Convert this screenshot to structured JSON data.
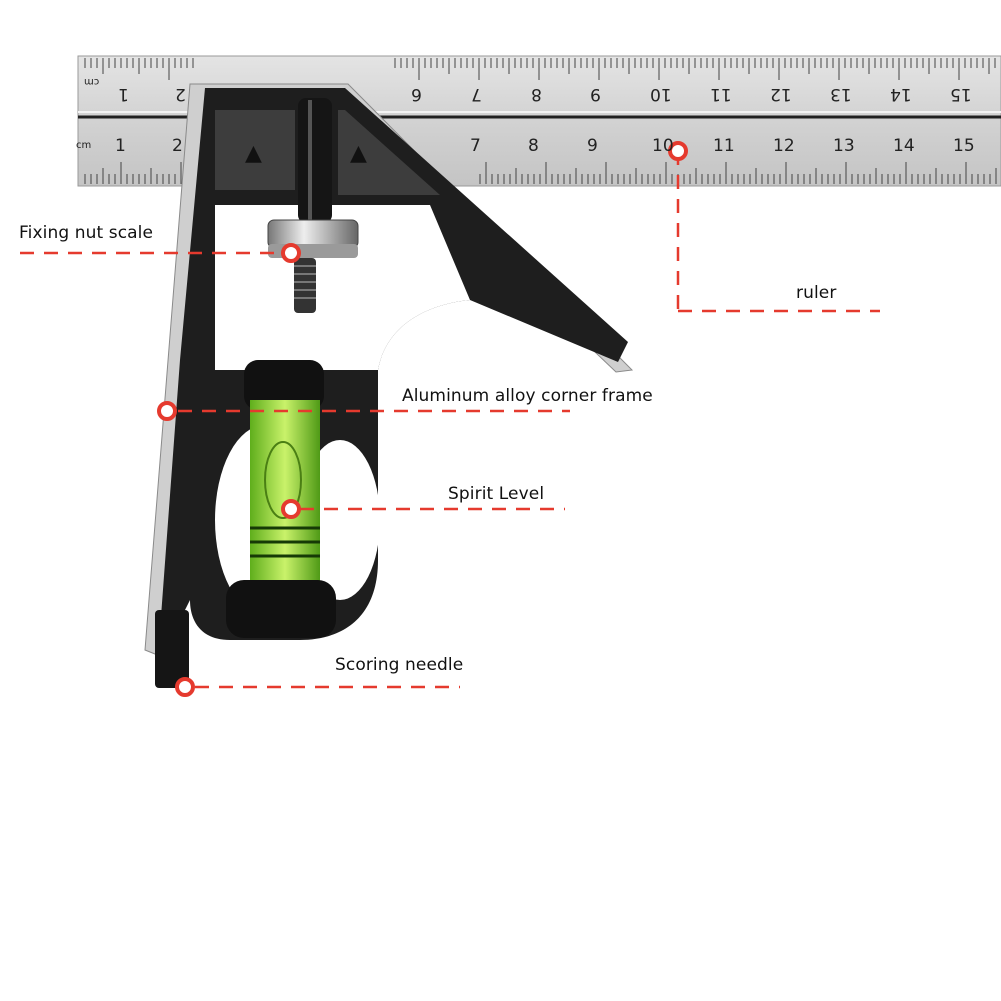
{
  "figure": {
    "subject": "Combination square with aluminum alloy corner frame",
    "colors": {
      "background": "#ffffff",
      "ruler_steel": "#d6d6d6",
      "frame_black": "#1c1c1c",
      "spirit_green": "#9be33a",
      "callout_red": "#e53a2e"
    }
  },
  "ruler": {
    "unit_label_top": "cm",
    "unit_label_bottom": "cm",
    "top_scale_numbers": [
      "1",
      "2",
      "6",
      "7",
      "8",
      "9",
      "10",
      "11",
      "12",
      "13",
      "14",
      "15"
    ],
    "bottom_scale_numbers": [
      "1",
      "2",
      "7",
      "8",
      "9",
      "10",
      "11",
      "12",
      "13",
      "14",
      "15"
    ]
  },
  "callouts": [
    {
      "id": "fixing-nut",
      "label": "Fixing nut scale"
    },
    {
      "id": "ruler",
      "label": "ruler"
    },
    {
      "id": "corner-frame",
      "label": "Aluminum alloy corner frame"
    },
    {
      "id": "spirit-level",
      "label": "Spirit Level"
    },
    {
      "id": "scoring-needle",
      "label": "Scoring needle"
    }
  ]
}
